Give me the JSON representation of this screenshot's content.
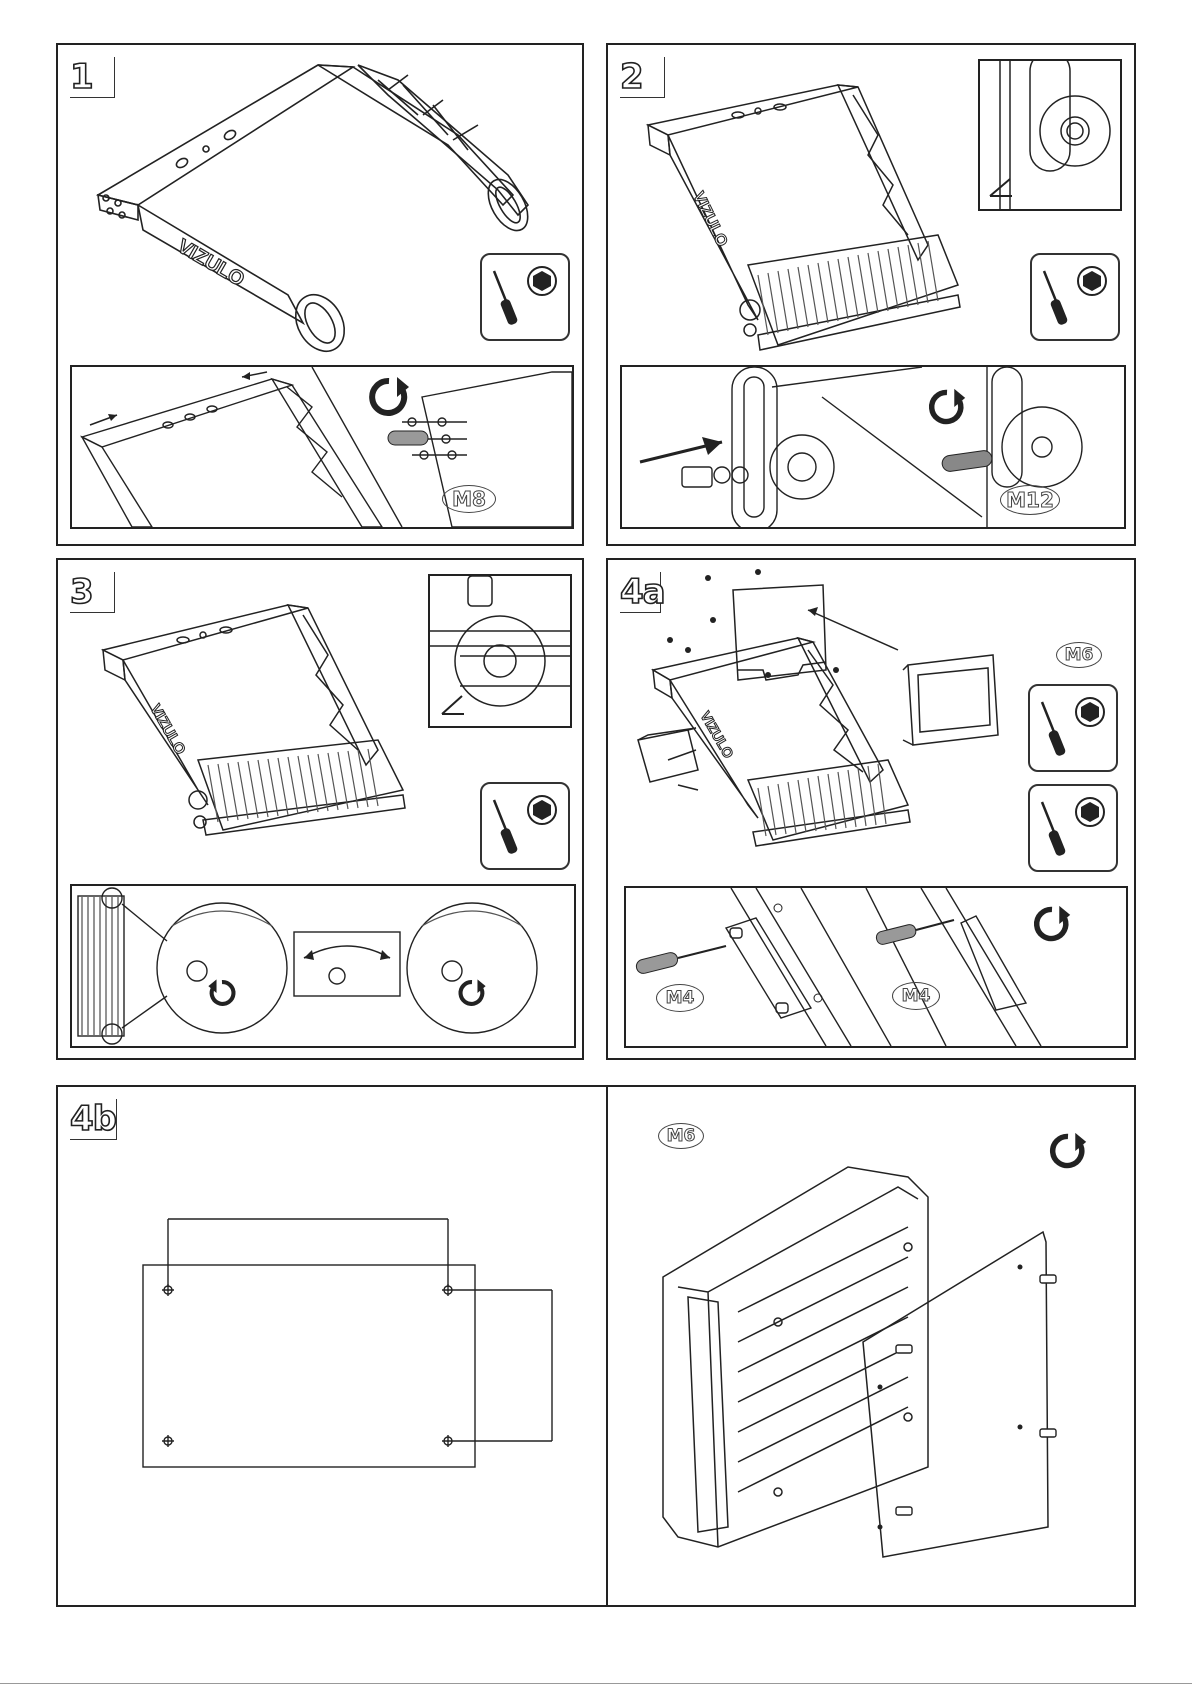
{
  "panels": [
    {
      "step": "1",
      "brand": "VIZULO",
      "bolt": "M8"
    },
    {
      "step": "2",
      "brand": "VIZULO",
      "bolt": "M12"
    },
    {
      "step": "3",
      "brand": "VIZULO"
    },
    {
      "step": "4a",
      "brand": "VIZULO",
      "bolt_top": "M6",
      "bolt_left": "M4",
      "bolt_right": "M4"
    },
    {
      "step": "4b",
      "bolt": "M6"
    }
  ],
  "icons": {
    "screwdriver": "screwdriver-icon",
    "hex_bit": "hex-bit-icon",
    "rotate": "rotate-clockwise-icon",
    "rotate_ccw": "rotate-counterclockwise-icon",
    "angle": "angle-icon"
  },
  "colors": {
    "line": "#222222",
    "hatch": "#555555",
    "paper": "#ffffff"
  }
}
